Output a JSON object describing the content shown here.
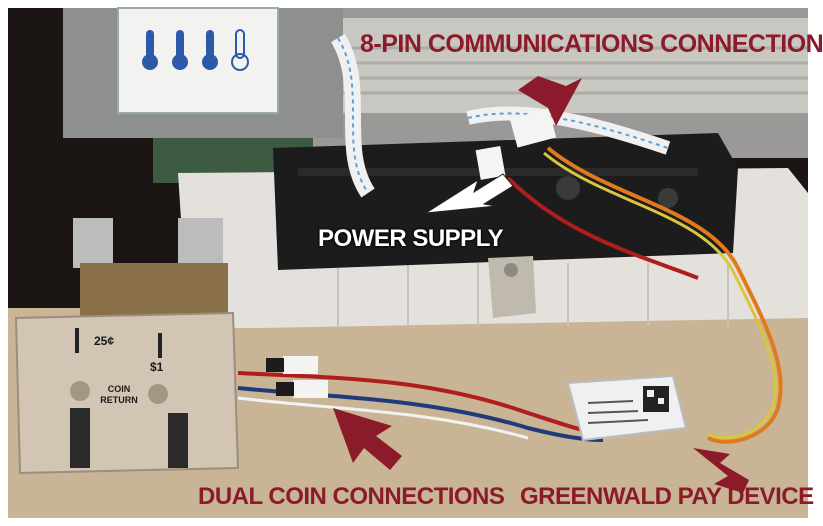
{
  "callouts": {
    "communications": "8-PIN COMMUNICATIONS CONNECTION",
    "power": "POWER SUPPLY",
    "coin": "DUAL COIN CONNECTIONS",
    "pay_device": "GREENWALD PAY DEVICE"
  },
  "coin_plate": {
    "quarter": "25¢",
    "dollar": "$1",
    "return_line1": "COIN",
    "return_line2": "RETURN"
  },
  "colors": {
    "callout_text": "#8b1a2a",
    "arrow_dark": "#8b1a2a",
    "arrow_light": "#ffffff",
    "background_wall": "#1b1613",
    "counter": "#c8b395",
    "tray": "#e6e3dd"
  }
}
